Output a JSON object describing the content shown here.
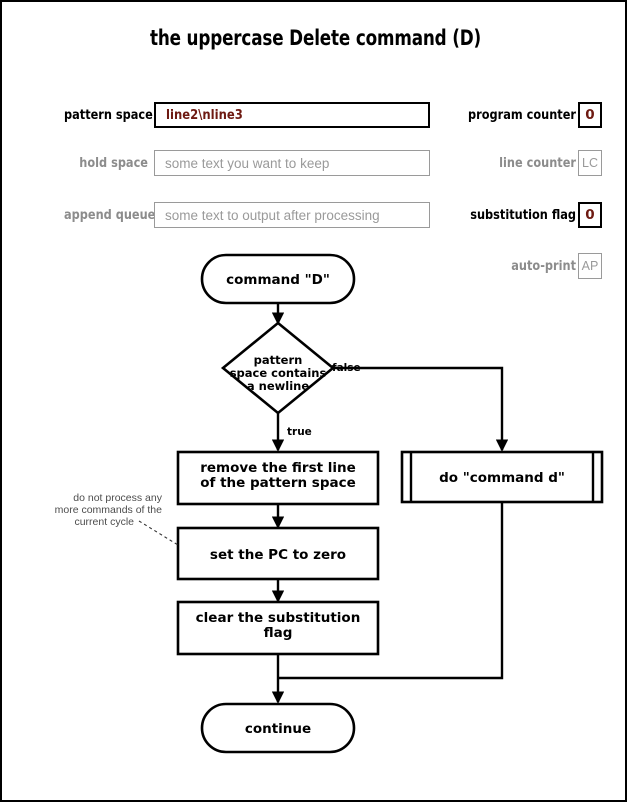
{
  "title": "the uppercase Delete command (D)",
  "registers": {
    "left": [
      {
        "name": "pattern-space",
        "label": "pattern space",
        "value": "line2\\nline3",
        "placeholder": "",
        "active": true
      },
      {
        "name": "hold-space",
        "label": "hold space",
        "value": "",
        "placeholder": "some text you want to keep",
        "active": false
      },
      {
        "name": "append-queue",
        "label": "append queue",
        "value": "",
        "placeholder": "some text to output after processing",
        "active": false
      }
    ],
    "right": [
      {
        "name": "program-counter",
        "label": "program counter",
        "value": "0",
        "placeholder": "",
        "active": true
      },
      {
        "name": "line-counter",
        "label": "line counter",
        "value": "",
        "placeholder": "LC",
        "active": false
      },
      {
        "name": "substitution-flag",
        "label": "substitution flag",
        "value": "0",
        "placeholder": "",
        "active": true
      },
      {
        "name": "auto-print",
        "label": "auto-print",
        "value": "",
        "placeholder": "AP",
        "active": false
      }
    ]
  },
  "flowchart": {
    "start_node": "command \"D\"",
    "decision": {
      "line1": "pattern",
      "line2": "space contains",
      "line3": "a newline"
    },
    "edge_true": "true",
    "edge_false": "false",
    "process_remove_line1": "remove the first line",
    "process_remove_line2": "of the pattern space",
    "process_set_pc": "set the PC to zero",
    "process_clear_line1": "clear the substitution",
    "process_clear_line2": "flag",
    "subroutine": "do \"command d\"",
    "end_node": "continue",
    "annotation_line1": "do not process any",
    "annotation_line2": "more commands of the",
    "annotation_line3": "current cycle"
  },
  "colors": {
    "value_red": "#6e1a12",
    "inactive_gray": "#9a9a9a",
    "stroke_black": "#000000"
  }
}
